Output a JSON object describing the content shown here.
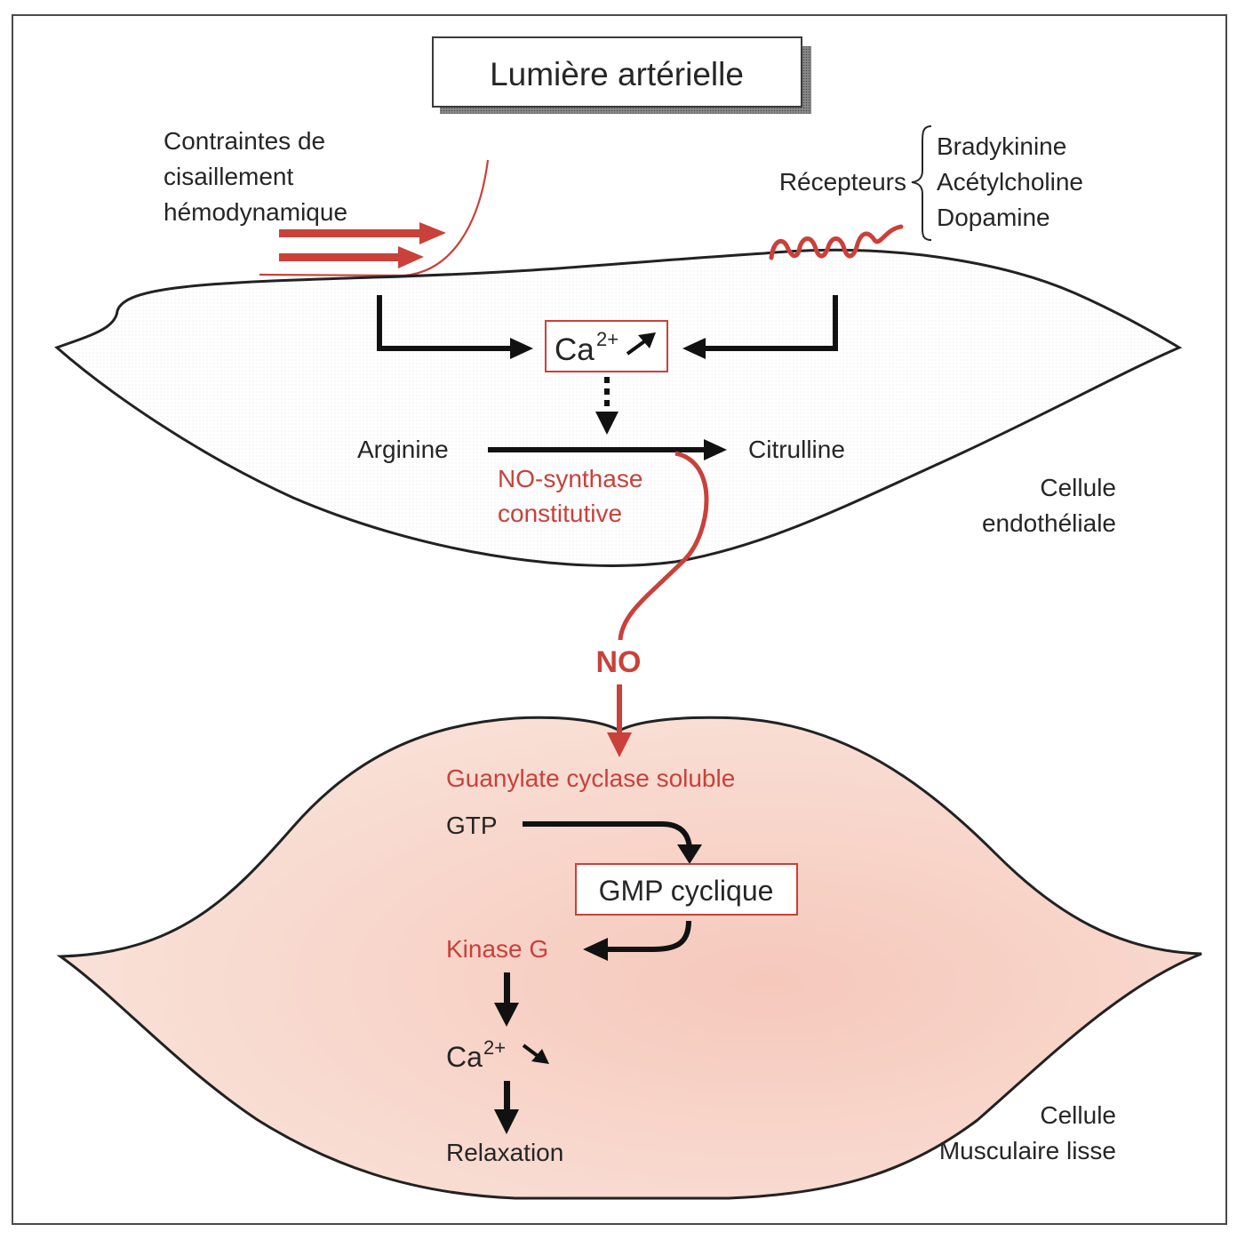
{
  "title": "Lumière artérielle",
  "colors": {
    "accent_red": "#c9413a",
    "ink": "#262626",
    "frame": "#4a4a4a",
    "muscle_fill": "#f8dcd2"
  },
  "stimuli": {
    "shear_stress": [
      "Contraintes de",
      "cisaillement",
      "hémodynamique"
    ],
    "receptors_label": "Récepteurs",
    "receptor_agonists": [
      "Bradykinine",
      "Acétylcholine",
      "Dopamine"
    ]
  },
  "endothelial_cell": {
    "name": [
      "Cellule",
      "endothéliale"
    ],
    "calcium": {
      "ion": "Ca",
      "charge": "2+",
      "trend": "increase"
    },
    "substrate": "Arginine",
    "product": "Citrulline",
    "enzyme": [
      "NO-synthase",
      "constitutive"
    ]
  },
  "messenger": "NO",
  "smooth_muscle_cell": {
    "name": [
      "Cellule",
      "Musculaire lisse"
    ],
    "enzyme": "Guanylate cyclase soluble",
    "substrate": "GTP",
    "second_messenger": "GMP cyclique",
    "kinase": "Kinase G",
    "calcium": {
      "ion": "Ca",
      "charge": "2+",
      "trend": "decrease"
    },
    "outcome": "Relaxation"
  },
  "icons": {
    "shear_arrows": "right-arrow",
    "receptor": "coil-receptor",
    "calcium_up": "north-east-arrow",
    "calcium_down": "south-east-arrow"
  }
}
